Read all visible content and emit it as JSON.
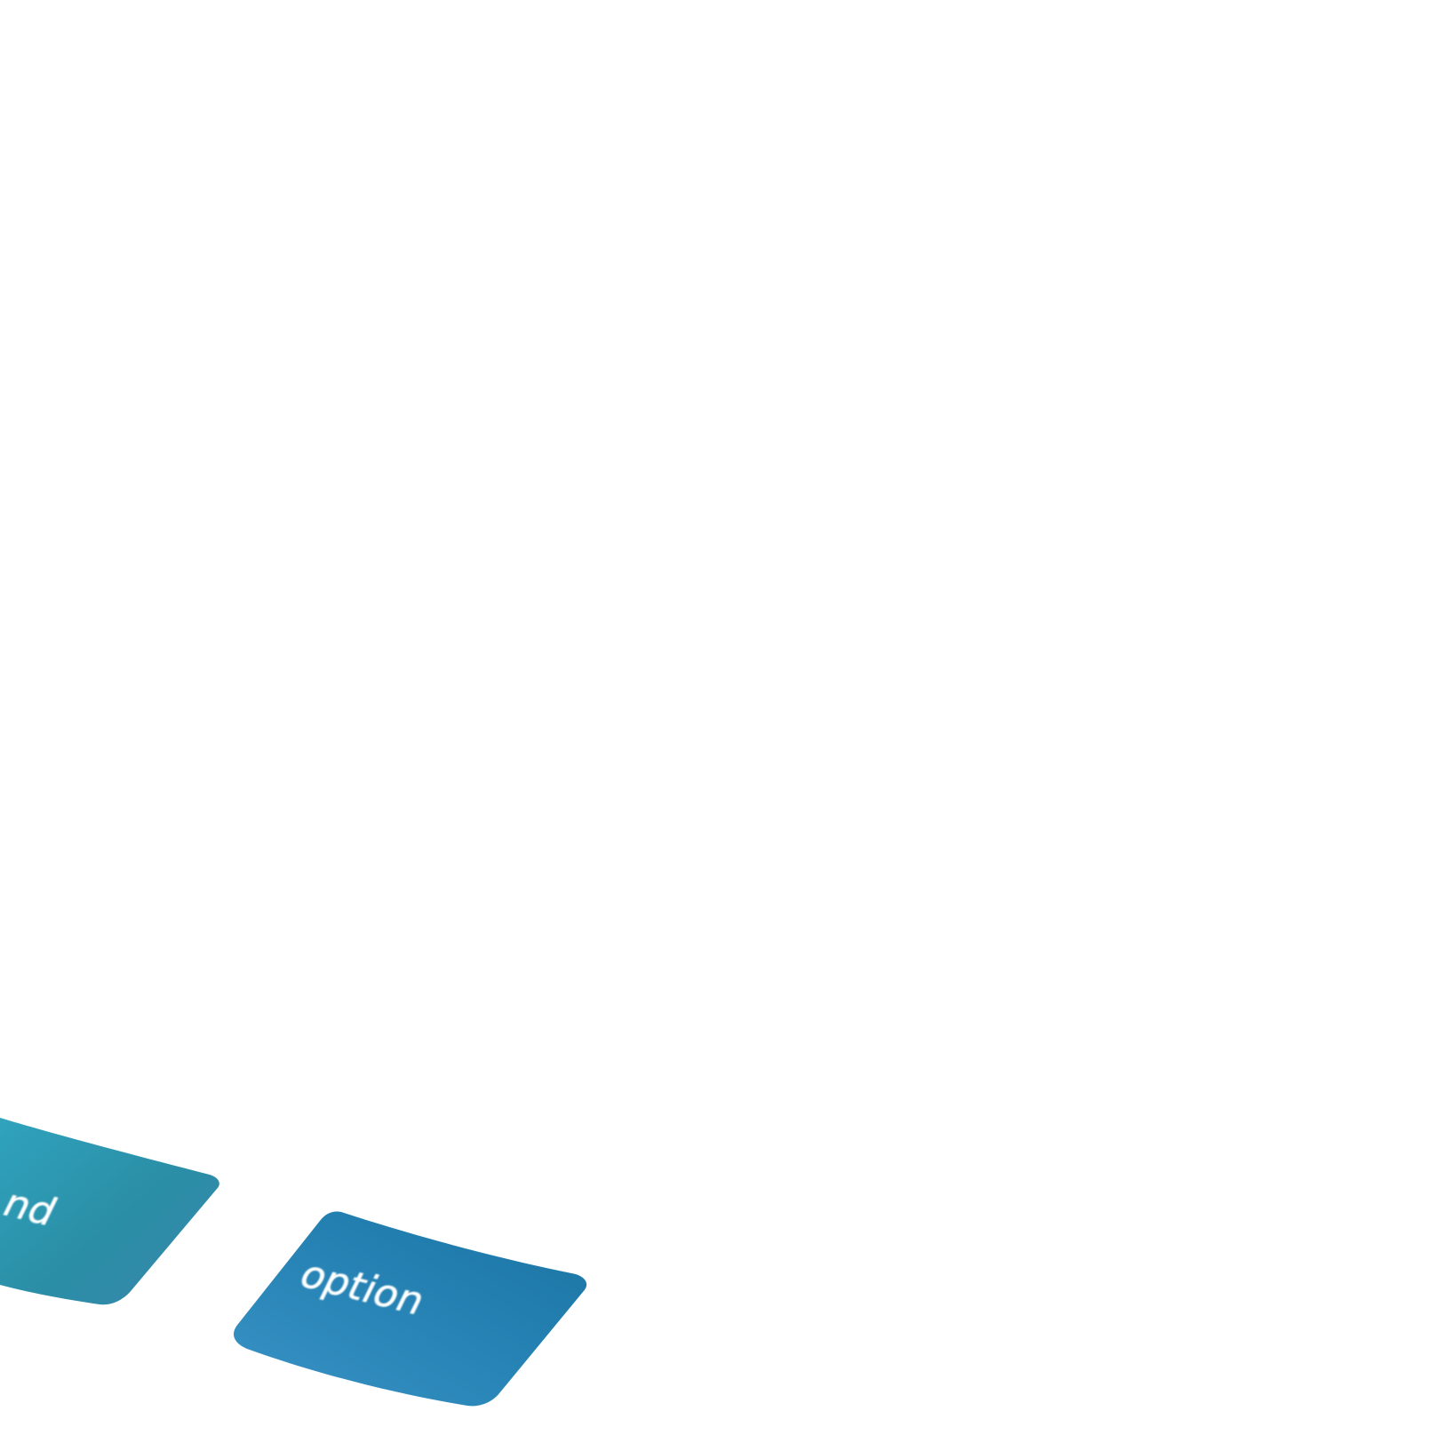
{
  "keys": [
    {
      "id": "command",
      "visible_label": "nd",
      "gradient": [
        "#3aa0bc",
        "#2a8ea6",
        "#3d8fae"
      ]
    },
    {
      "id": "option",
      "visible_label": "option",
      "gradient": [
        "#3a96c4",
        "#1f7bab",
        "#2e85b3"
      ]
    }
  ],
  "colors": {
    "background": "#ffffff",
    "key_text": "#ffffff"
  }
}
